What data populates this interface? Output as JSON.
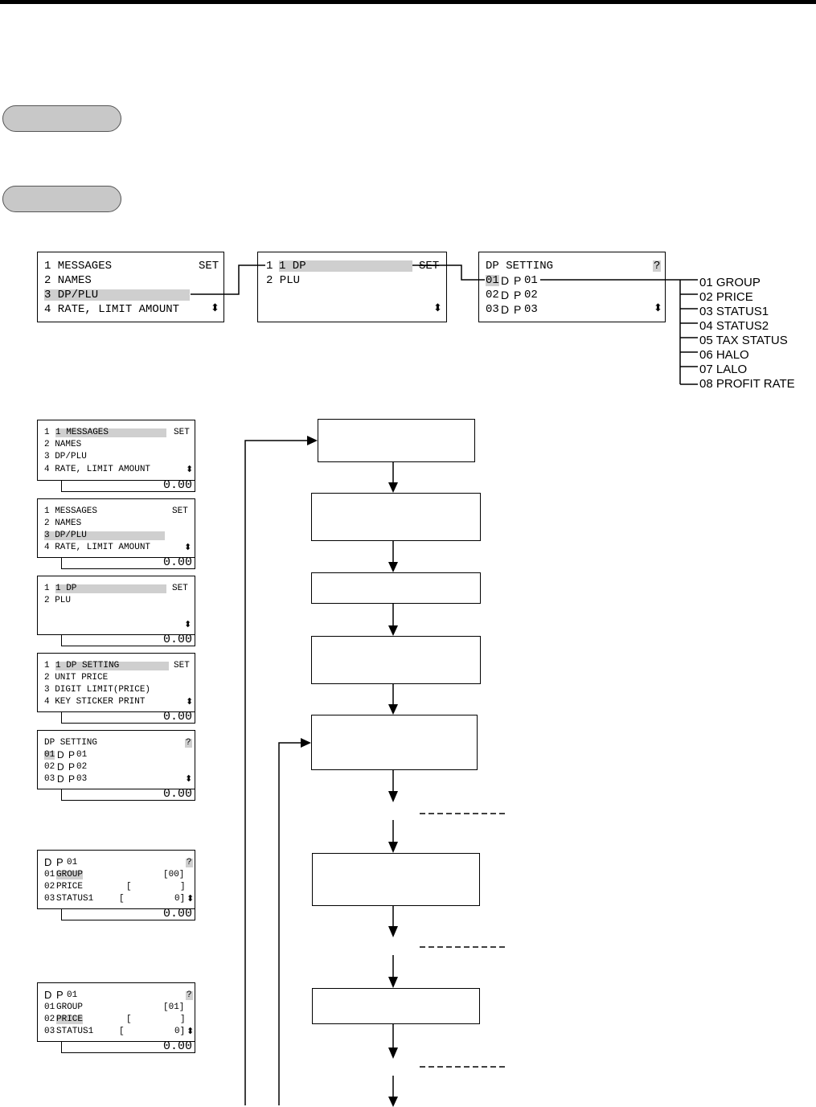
{
  "menu_top": {
    "root": {
      "lines": [
        "1 MESSAGES",
        "2 NAMES",
        "3 DP/PLU",
        "4 RATE, LIMIT AMOUNT"
      ],
      "set_label": "SET",
      "highlight_index": 2
    },
    "dp_plu": {
      "lines": [
        "1 DP",
        "2 PLU"
      ],
      "set_label": "SET",
      "highlight_index": 0
    },
    "dp_setting": {
      "title": "DP SETTING",
      "help": "?",
      "rows": [
        {
          "num": "01",
          "label": "D P",
          "code": "01"
        },
        {
          "num": "02",
          "label": "D P",
          "code": "02"
        },
        {
          "num": "03",
          "label": "D P",
          "code": "03"
        }
      ]
    },
    "items": [
      "01 GROUP",
      "02 PRICE",
      "03 STATUS1",
      "04 STATUS2",
      "05 TAX STATUS",
      "06 HALO",
      "07 LALO",
      "08 PROFIT RATE"
    ]
  },
  "screens": {
    "s1": {
      "lines": [
        "1 MESSAGES",
        "2 NAMES",
        "3 DP/PLU",
        "4 RATE, LIMIT AMOUNT"
      ],
      "set_label": "SET",
      "amount": "0.00"
    },
    "s2": {
      "lines": [
        "1 MESSAGES",
        "2 NAMES",
        "3 DP/PLU",
        "4 RATE, LIMIT AMOUNT"
      ],
      "set_label": "SET",
      "amount": "0.00"
    },
    "s3": {
      "lines": [
        "1 DP",
        "2 PLU"
      ],
      "set_label": "SET",
      "amount": "0.00"
    },
    "s4": {
      "lines": [
        "1 DP SETTING",
        "2 UNIT PRICE",
        "3 DIGIT LIMIT(PRICE)",
        "4 KEY STICKER PRINT"
      ],
      "set_label": "SET",
      "amount": "0.00"
    },
    "s5": {
      "title": "DP SETTING",
      "help": "?",
      "rows": [
        {
          "num": "01",
          "label": "D P",
          "code": "01"
        },
        {
          "num": "02",
          "label": "D P",
          "code": "02"
        },
        {
          "num": "03",
          "label": "D P",
          "code": "03"
        }
      ],
      "amount": "0.00"
    },
    "s6": {
      "title_label": "D P",
      "title_code": "01",
      "help": "?",
      "row1": {
        "num": "01",
        "name": "GROUP",
        "value": "[00]"
      },
      "row2": {
        "num": "02",
        "name": "PRICE",
        "open": "[",
        "close": "]"
      },
      "row3": {
        "num": "03",
        "name": "STATUS1",
        "open": "[",
        "close": "0]"
      },
      "amount": "0.00"
    },
    "s7": {
      "title_label": "D P",
      "title_code": "01",
      "help": "?",
      "row1": {
        "num": "01",
        "name": "GROUP",
        "value": "[01]"
      },
      "row2": {
        "num": "02",
        "name": "PRICE",
        "open": "[",
        "close": "]"
      },
      "row3": {
        "num": "03",
        "name": "STATUS1",
        "open": "[",
        "close": "0]"
      },
      "amount": "0.00"
    }
  },
  "colors": {
    "highlight": "#cfcfcf",
    "pill": "#c8c8c8"
  }
}
